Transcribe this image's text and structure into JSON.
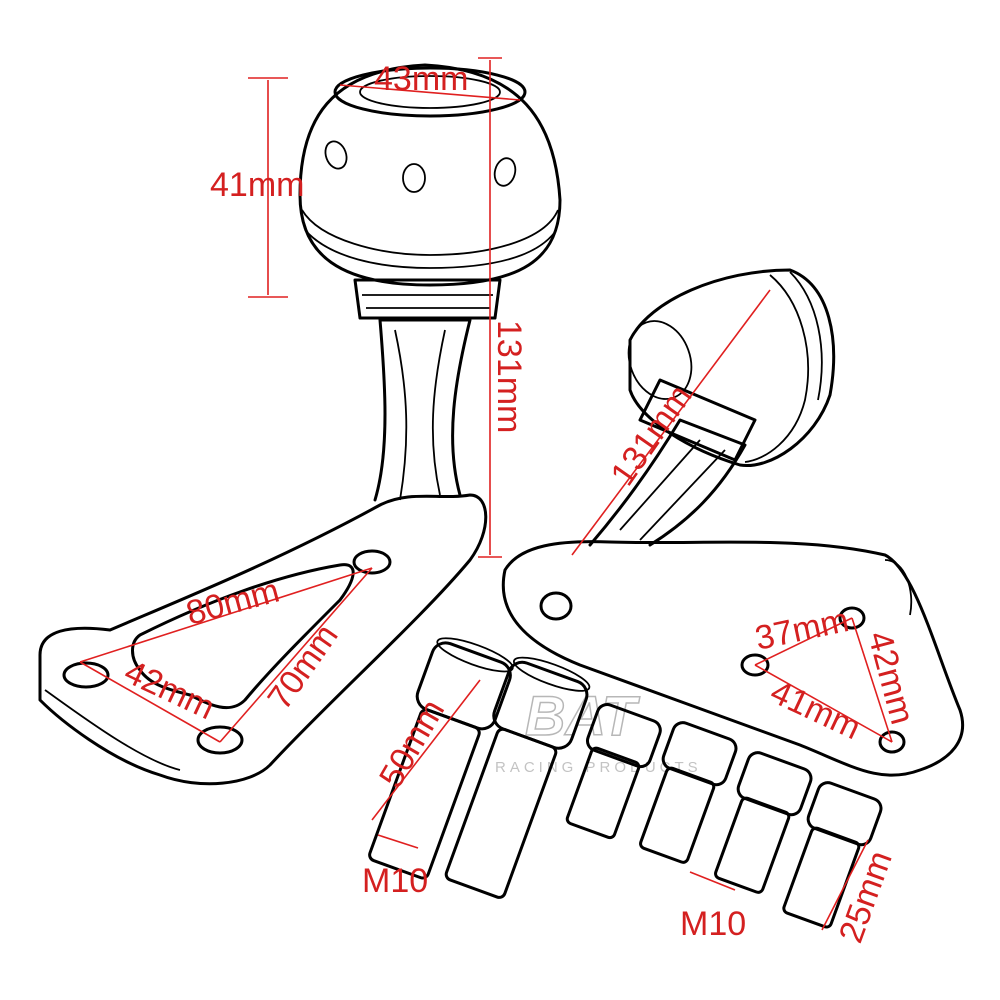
{
  "dimensions": {
    "cap_diameter": "43mm",
    "cap_height": "41mm",
    "left_total_length": "131mm",
    "right_total_length": "131mm",
    "left_bracket_long": "80mm",
    "left_bracket_diag": "70mm",
    "left_bracket_short": "42mm",
    "right_bracket_top": "37mm",
    "right_bracket_side": "42mm",
    "right_bracket_bottom": "41mm",
    "long_bolt_length": "50mm",
    "long_bolt_thread": "M10",
    "short_bolt_thread": "M10",
    "short_bolt_length": "25mm"
  },
  "watermark": {
    "brand": "BAT",
    "tagline": "RACING PRODUCTS"
  },
  "colors": {
    "annotation": "#e02020",
    "line_art": "#000000",
    "background": "#ffffff"
  }
}
